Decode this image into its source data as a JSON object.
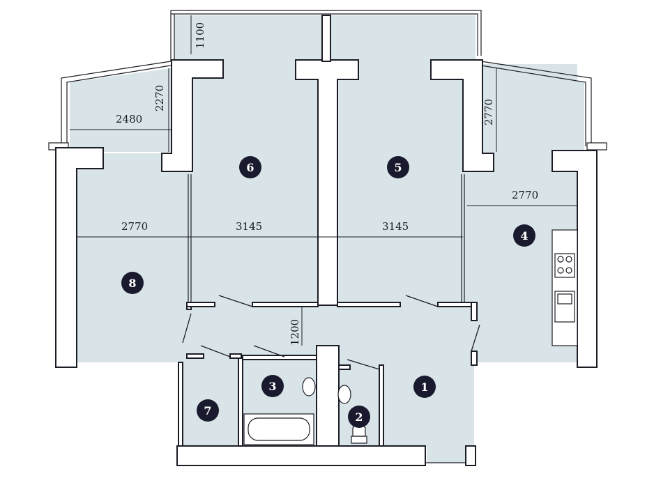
{
  "plan": {
    "rooms": [
      {
        "id": "room-1",
        "number": "1"
      },
      {
        "id": "room-2",
        "number": "2"
      },
      {
        "id": "room-3",
        "number": "3"
      },
      {
        "id": "room-4",
        "number": "4"
      },
      {
        "id": "room-5",
        "number": "5"
      },
      {
        "id": "room-6",
        "number": "6"
      },
      {
        "id": "room-7",
        "number": "7"
      },
      {
        "id": "room-8",
        "number": "8"
      }
    ],
    "dimensions": {
      "balcony_top": "1100",
      "loggia_left_height": "2270",
      "loggia_left_width": "2480",
      "loggia_right_height": "2770",
      "room4_width": "2770",
      "room8_width": "2770",
      "room6_width": "3145",
      "room5_width": "3145",
      "hall_width": "1200"
    },
    "colors": {
      "floor": "#d8e4e8",
      "wall": "#ffffff",
      "line": "#1c1c26",
      "marker": "#1a1a2e"
    }
  }
}
